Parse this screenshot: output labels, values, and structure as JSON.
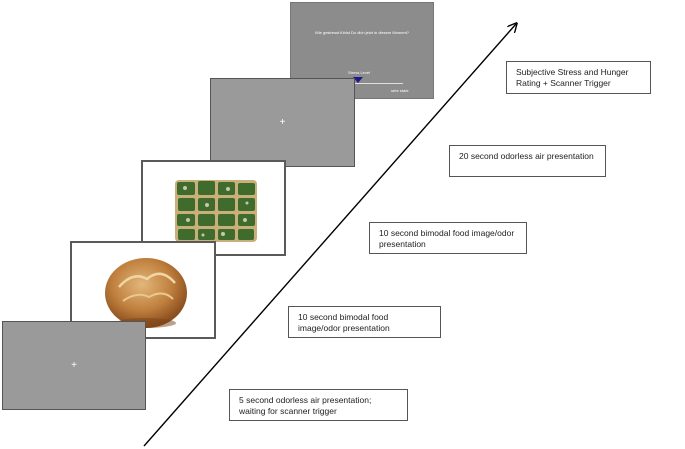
{
  "screens": {
    "rating": {
      "question": "Wie gestresst fühlst Du dich jetzt in diesem Moment?",
      "scale_label": "Stress Level",
      "scale_end": "sehr stark"
    },
    "fixation_top": {
      "symbol": "+"
    },
    "fixation_bottom": {
      "symbol": "+"
    }
  },
  "labels": {
    "rating": "Subjective Stress and Hunger Rating + Scanner Trigger",
    "air20": "20 second odorless air presentation",
    "bimodal_top": "10 second bimodal food image/odor presentation",
    "bimodal_bottom": "10 second bimodal food image/odor presentation",
    "air5": "5 second odorless air presentation; waiting for scanner trigger"
  },
  "colors": {
    "screen_gray": "#9a9a9a",
    "rating_gray": "#8c8c8c",
    "marker": "#1a1a8a",
    "arrow": "#000000"
  }
}
